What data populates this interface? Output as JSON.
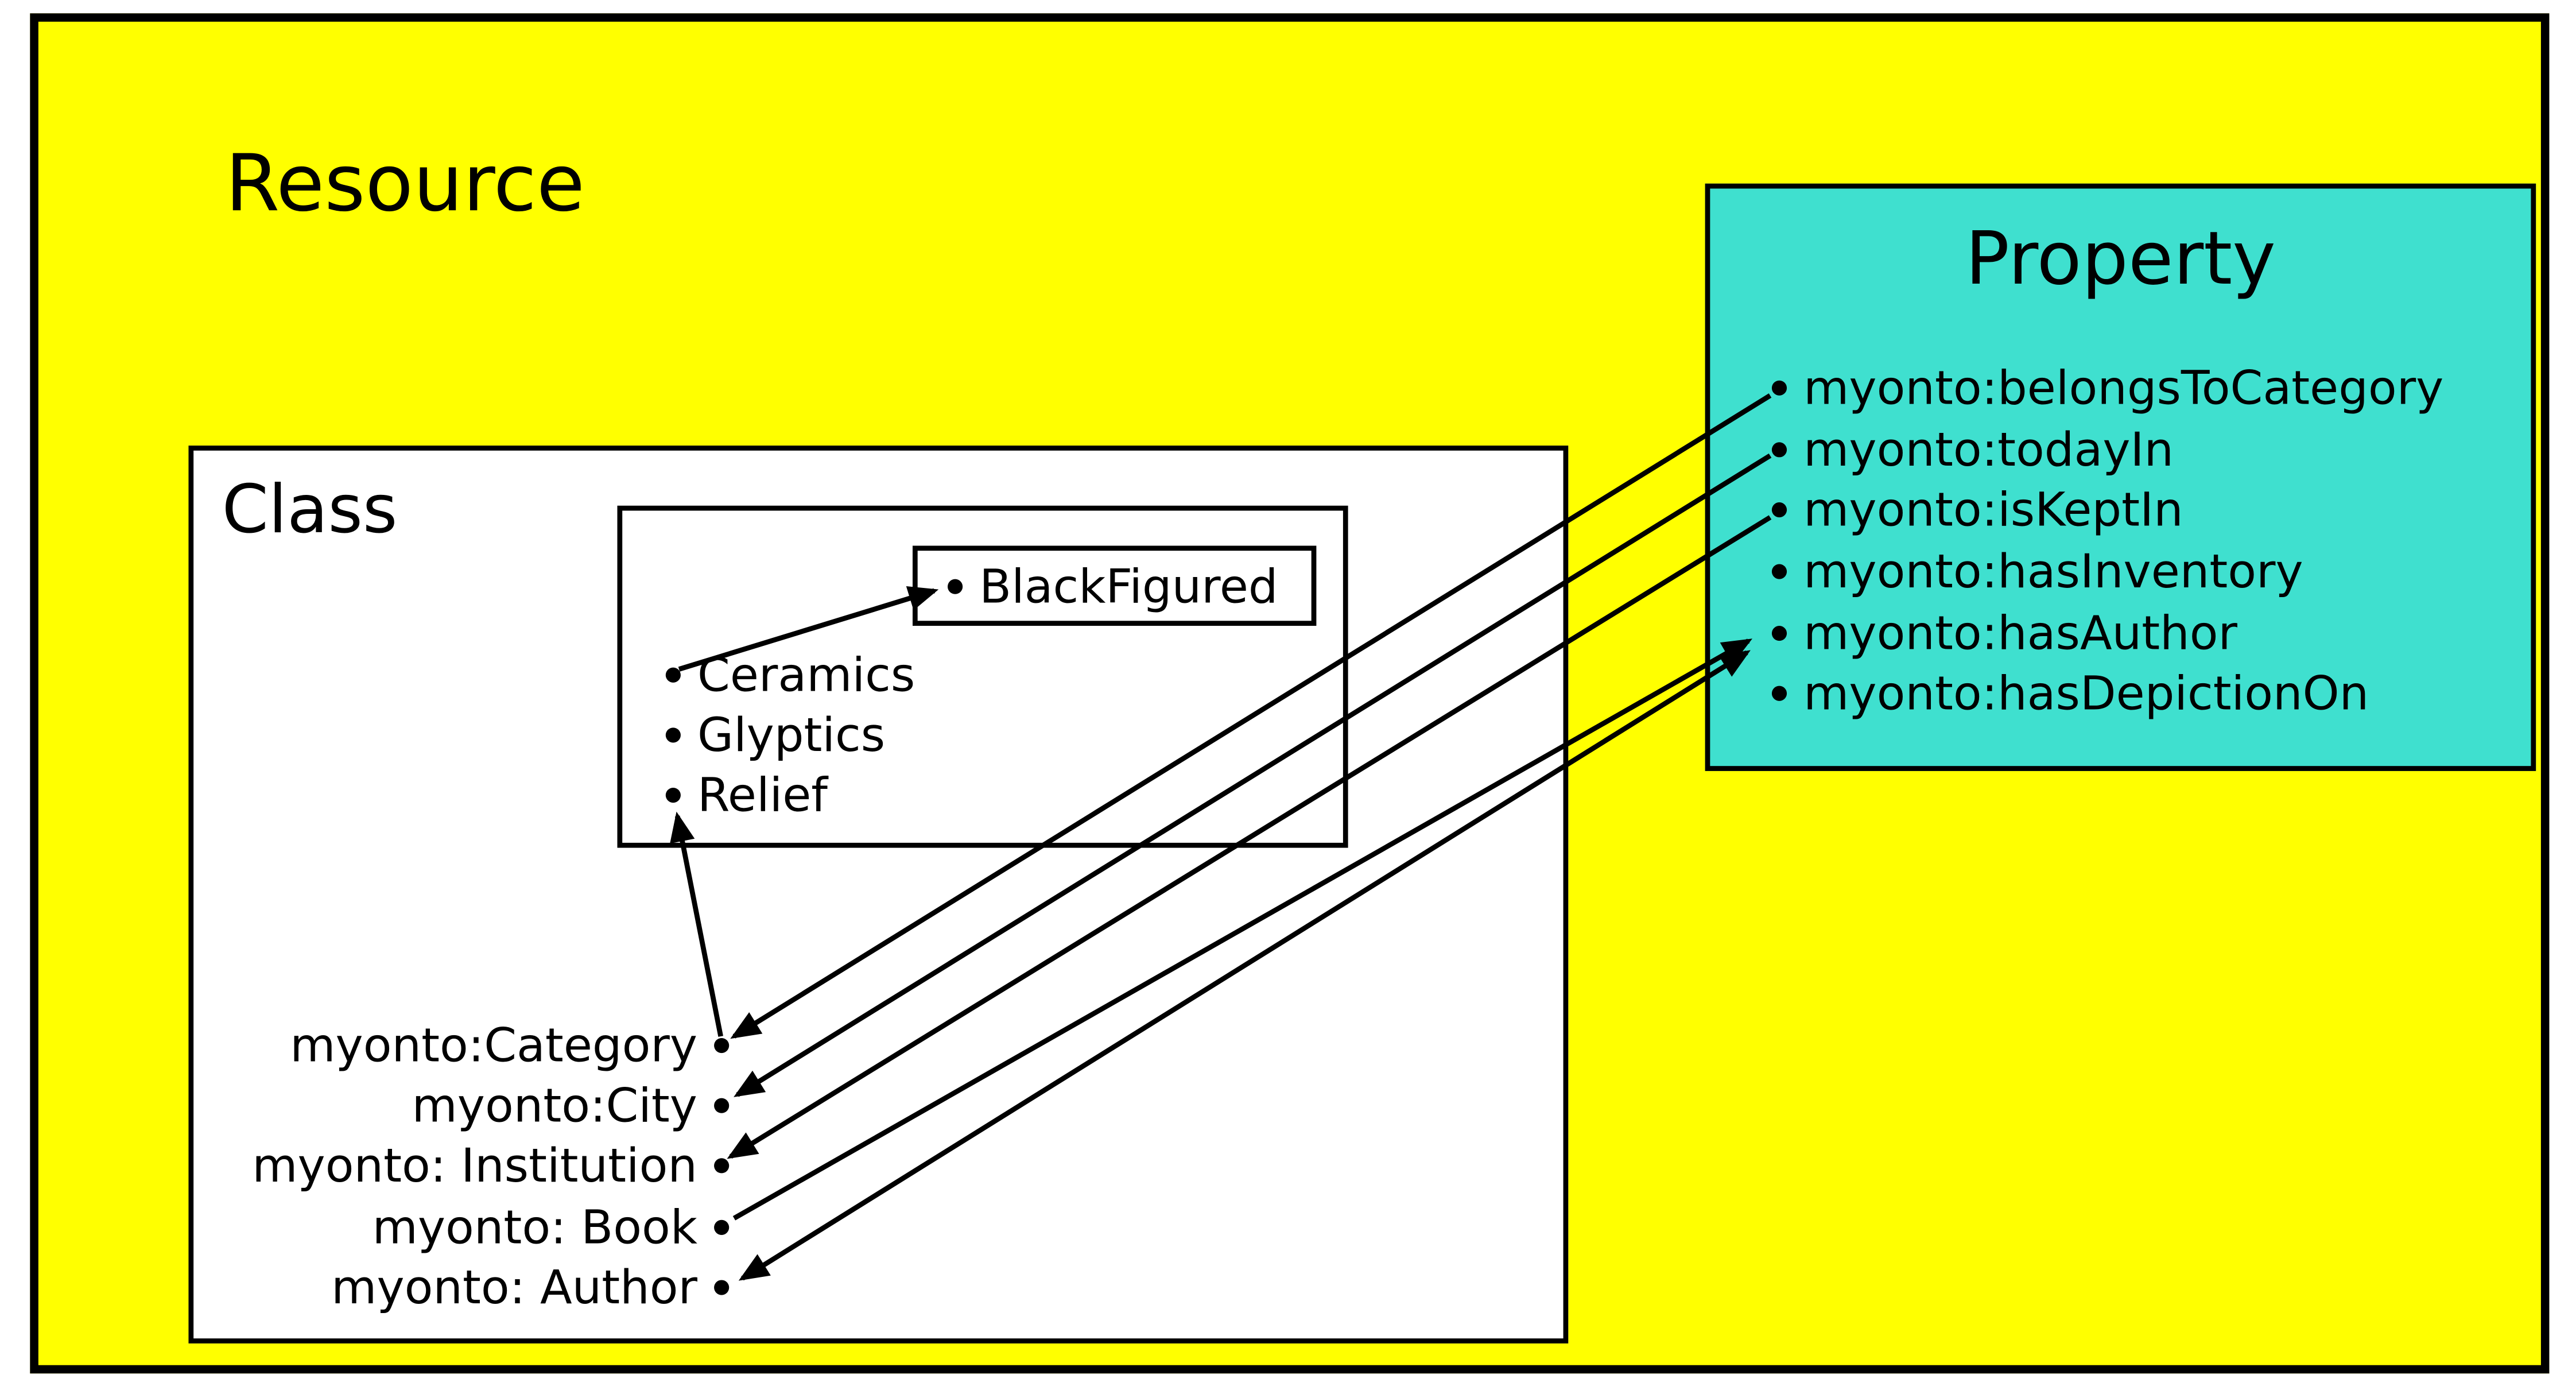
{
  "resource": {
    "label": "Resource"
  },
  "class_box": {
    "label": "Class",
    "subclass_box": {
      "label": "BlackFigured"
    },
    "instances": [
      "Ceramics",
      "Glyptics",
      "Relief"
    ],
    "terms": [
      "myonto:Category",
      "myonto:City",
      "myonto: Institution",
      "myonto: Book",
      "myonto: Author"
    ]
  },
  "property_box": {
    "label": "Property",
    "properties": [
      "myonto:belongsToCategory",
      "myonto:todayIn",
      "myonto:isKeptIn",
      "myonto:hasInventory",
      "myonto:hasAuthor",
      "myonto:hasDepictionOn"
    ]
  },
  "colors": {
    "resource_fill": "#ffff00",
    "class_fill": "#ffffff",
    "property_fill": "#3fe0cf",
    "border": "#000000",
    "arrow": "#000000"
  },
  "connections": [
    {
      "from": "ceramics",
      "to": "blackFigured",
      "double": false
    },
    {
      "from": "category",
      "to": "relief",
      "double": false
    },
    {
      "from": "belongsToCategory",
      "to": "category",
      "double": false
    },
    {
      "from": "todayIn",
      "to": "city",
      "double": false
    },
    {
      "from": "isKeptIn",
      "to": "institution",
      "double": false
    },
    {
      "from": "book",
      "to": "hasAuthor",
      "double": false
    },
    {
      "from": "hasAuthor",
      "to": "author",
      "double": true
    }
  ]
}
